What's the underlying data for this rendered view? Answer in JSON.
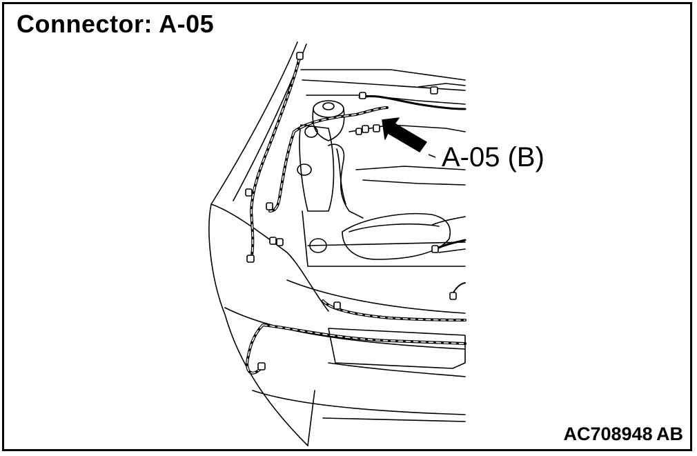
{
  "title": "Connector: A-05",
  "callout_label": "A-05 (B)",
  "figure_code": "AC708948 AB",
  "colors": {
    "line": "#000000",
    "background": "#ffffff"
  },
  "icons": [
    "arrow-pointer",
    "connector-marker"
  ]
}
